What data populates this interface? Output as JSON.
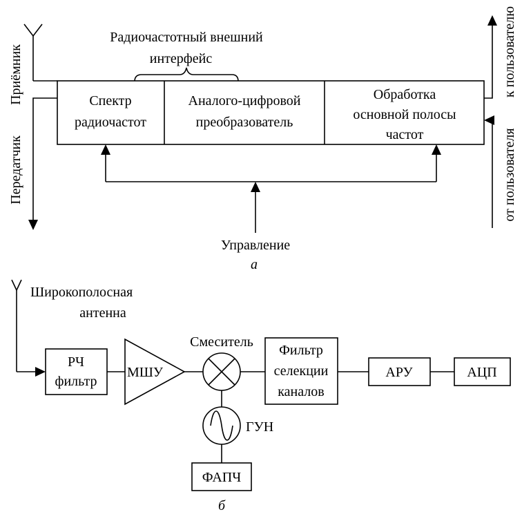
{
  "diagram_a": {
    "title_line1": "Радиочастотный внешний",
    "title_line2": "интерфейс",
    "receiver_label": "Приёмник",
    "transmitter_label": "Передатчик",
    "block_rf": [
      "Спектр",
      "радиочастот"
    ],
    "block_adc": [
      "Аналого-цифровой",
      "преобразователь"
    ],
    "block_baseband": [
      "Обработка",
      "основной полосы",
      "частот"
    ],
    "control_label": "Управление",
    "to_user_label": "к пользователю",
    "from_user_label": "от пользователя",
    "caption": "а"
  },
  "diagram_b": {
    "antenna_label_line1": "Широкополосная",
    "antenna_label_line2": "антенна",
    "rf_filter": [
      "РЧ",
      "фильтр"
    ],
    "lna": "МШУ",
    "mixer_label": "Смеситель",
    "channel_filter": [
      "Фильтр",
      "селекции",
      "каналов"
    ],
    "agc": "АРУ",
    "adc": "АЦП",
    "vco": "ГУН",
    "pll": "ФАПЧ",
    "caption": "б"
  }
}
